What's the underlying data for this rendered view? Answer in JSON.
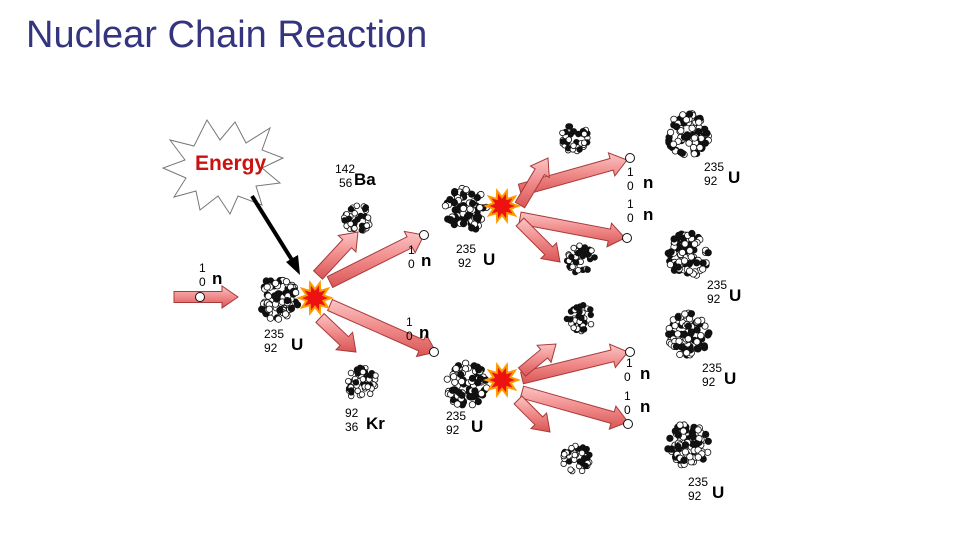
{
  "title": "Nuclear Chain Reaction",
  "energy": "Energy",
  "labels": {
    "n_mass": "1",
    "n_num": "0",
    "n_sym": "n",
    "u_mass": "235",
    "u_num": "92",
    "u_sym": "U",
    "ba_mass": "142",
    "ba_num": "56",
    "ba_sym": "Ba",
    "kr_mass": "92",
    "kr_num": "36",
    "kr_sym": "Kr"
  },
  "colors": {
    "title": "#35357f",
    "energy": "#cc1111",
    "arrow_fill": "#f08a8a",
    "arrow_edge": "#b03030",
    "flash": "#ee1111",
    "flash_edge": "#ff9900"
  }
}
